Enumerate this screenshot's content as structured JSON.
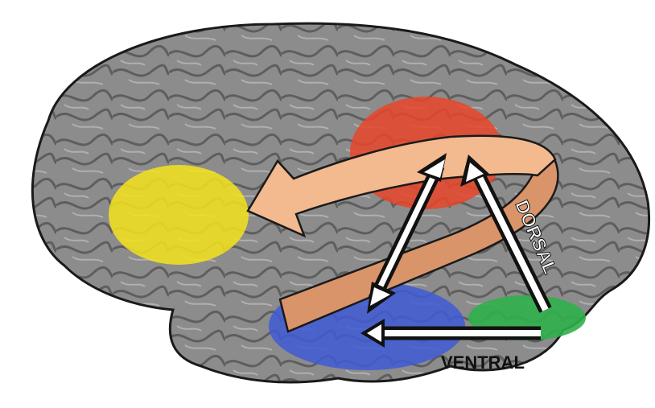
{
  "figure": {
    "labels": {
      "dorsal": "DORSAL",
      "ventral": "VENTRAL"
    },
    "regions": [
      {
        "id": "frontal-region",
        "color": "#f0e020"
      },
      {
        "id": "parietal-region",
        "color": "#e8452a"
      },
      {
        "id": "temporal-region",
        "color": "#3f5bd6"
      },
      {
        "id": "occipital-region",
        "color": "#2fb04a"
      }
    ],
    "colors": {
      "brain_fill": "#8a8a8a",
      "brain_outline": "#1a1a1a",
      "loop_arrow": "#f3b98f",
      "loop_arrow_shadow": "#d9946a",
      "pathway_arrow": "#ffffff",
      "pathway_outline": "#111111"
    }
  }
}
